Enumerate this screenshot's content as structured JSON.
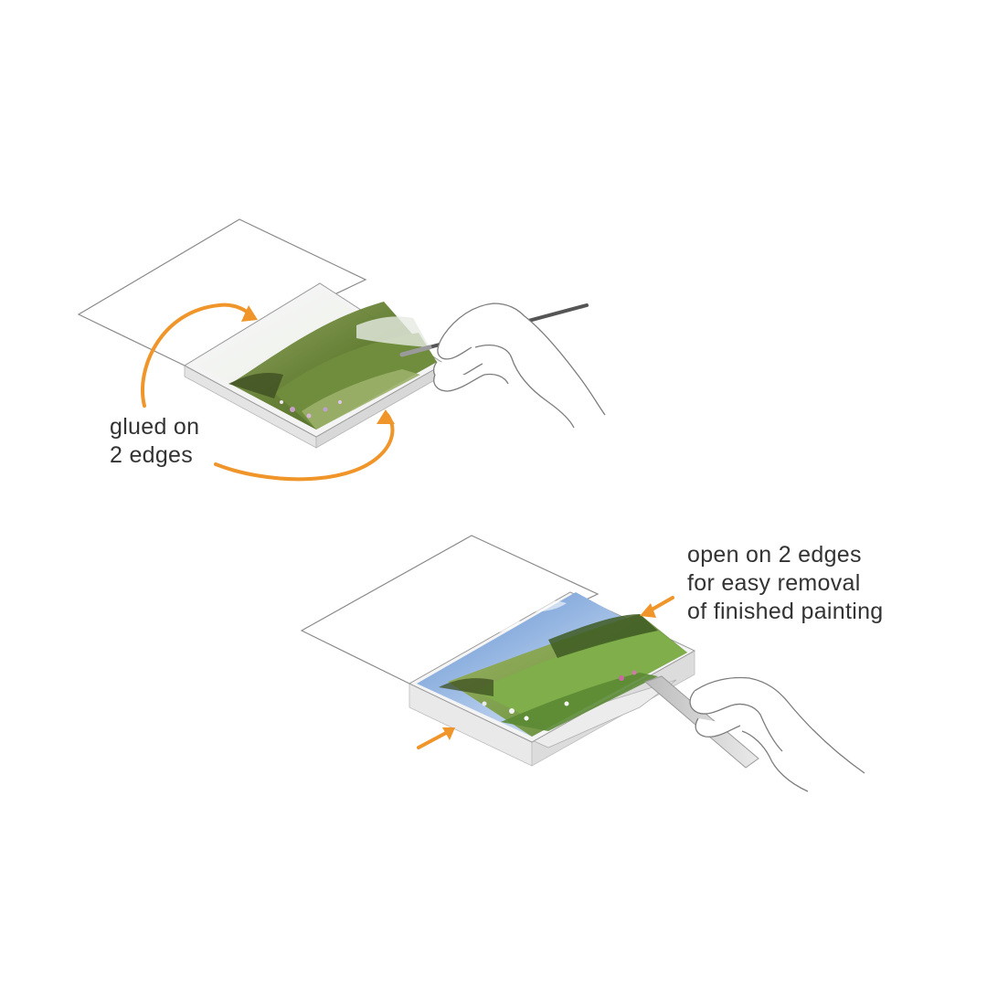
{
  "diagram": {
    "glued_label": {
      "line1": "glued on",
      "line2": "2 edges"
    },
    "open_label": {
      "line1": "open on 2 edges",
      "line2": "for easy removal",
      "line3": "of finished painting"
    },
    "colors": {
      "arrow": "#f0952a",
      "outline": "#8a8a8a",
      "sheet_fill": "#ffffff",
      "block_edge": "#e3e3e3",
      "hill_green": "#6f8f3a",
      "dark_green": "#3e4f22",
      "sky_blue": "#7fa7d6"
    }
  }
}
